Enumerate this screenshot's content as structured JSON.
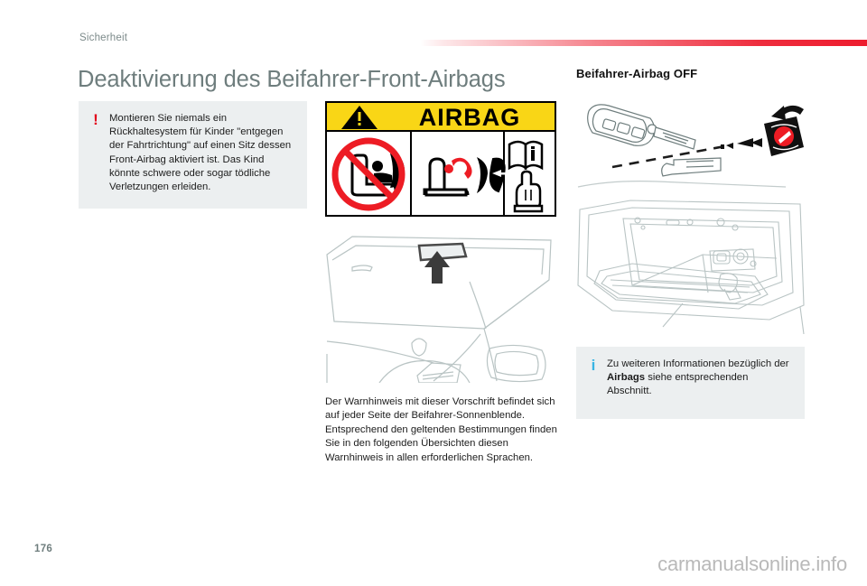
{
  "header": {
    "chapter_label": "Sicherheit",
    "rule_color": "#ED1C2E"
  },
  "page_title": "Deaktivierung des Beifahrer-Front-Airbags",
  "left_column": {
    "warning_box": {
      "icon": "exclamation-icon",
      "icon_color": "#E2001A",
      "background": "#ECEFF0",
      "text": "Montieren Sie niemals ein Rückhaltesystem für Kinder \"entgegen der Fahrtrichtung\" auf einen Sitz dessen Front-Airbag aktiviert ist. Das Kind könnte schwere oder sogar tödliche Verletzungen erleiden."
    }
  },
  "middle_column": {
    "airbag_label": {
      "title": "AIRBAG",
      "banner_color": "#F9D616",
      "warning_triangle": "warning-triangle-icon",
      "panel_1": "no-rear-facing-child-seat-icon",
      "panel_2": "airbag-deploy-seat-icon",
      "panel_3a": "open-manual-icon",
      "panel_3b": "pointing-hand-icon"
    },
    "sun_visor_figure": "sun-visor-label-location-illustration",
    "body_text": "Der Warnhinweis mit dieser Vorschrift befindet sich auf jeder Seite der Beifahrer-Sonnenblende.\nEntsprechend den geltenden Bestimmungen finden Sie in den folgenden Übersichten diesen Warnhinweis in allen erforderlichen Sprachen."
  },
  "right_column": {
    "section_heading": "Beifahrer-Airbag OFF",
    "key_switch_figure": "key-inserted-into-airbag-switch-illustration",
    "glovebox_figure": "open-glovebox-illustration",
    "info_box": {
      "icon": "info-icon",
      "icon_color": "#38B4E3",
      "background": "#ECEFF0",
      "text_before": "Zu weiteren Informationen bezüglich der ",
      "text_bold": "Airbags",
      "text_after": " siehe entsprechenden Abschnitt."
    }
  },
  "footer": {
    "page_number": "176",
    "watermark": "carmanualsonline.info"
  }
}
